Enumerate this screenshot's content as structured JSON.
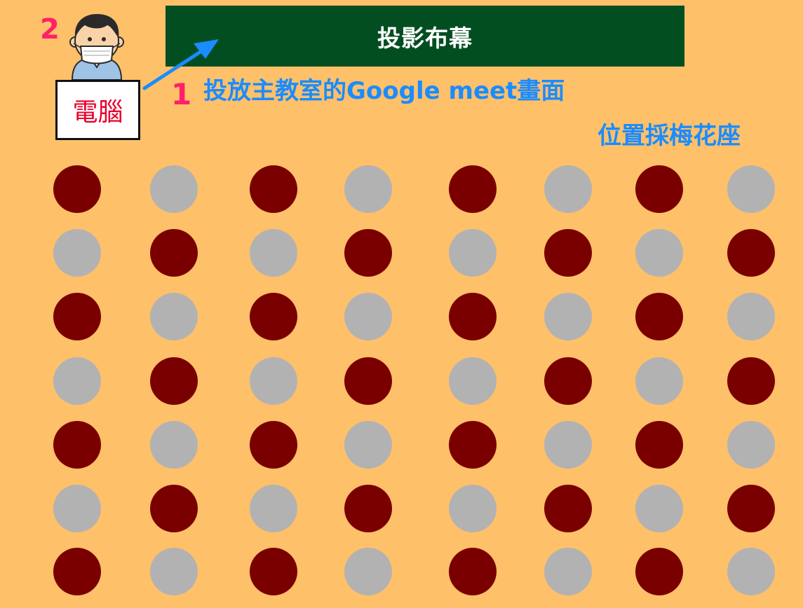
{
  "screen": {
    "label": "投影布幕"
  },
  "steps": [
    {
      "number": "1",
      "text": "投放主教室的Google meet畫面"
    },
    {
      "number": "2"
    }
  ],
  "computer": {
    "label": "電腦"
  },
  "seating": {
    "note": "位置採梅花座",
    "rows": 7,
    "columns": 8,
    "occupied_color": "#7a0000",
    "empty_color": "#b2b2b2",
    "pattern": [
      [
        "occupied",
        "empty",
        "occupied",
        "empty",
        "occupied",
        "empty",
        "occupied",
        "empty"
      ],
      [
        "empty",
        "occupied",
        "empty",
        "occupied",
        "empty",
        "occupied",
        "empty",
        "occupied"
      ],
      [
        "occupied",
        "empty",
        "occupied",
        "empty",
        "occupied",
        "empty",
        "occupied",
        "empty"
      ],
      [
        "empty",
        "occupied",
        "empty",
        "occupied",
        "empty",
        "occupied",
        "empty",
        "occupied"
      ],
      [
        "occupied",
        "empty",
        "occupied",
        "empty",
        "occupied",
        "empty",
        "occupied",
        "empty"
      ],
      [
        "empty",
        "occupied",
        "empty",
        "occupied",
        "empty",
        "occupied",
        "empty",
        "occupied"
      ],
      [
        "occupied",
        "empty",
        "occupied",
        "empty",
        "occupied",
        "empty",
        "occupied",
        "empty"
      ]
    ]
  },
  "colors": {
    "background": "#ffc06a",
    "screen": "#034e21",
    "accent_blue": "#1a8cff",
    "accent_pink": "#ff1f6a"
  },
  "icons": {
    "person": "masked-person-icon",
    "arrow": "arrow-icon"
  }
}
